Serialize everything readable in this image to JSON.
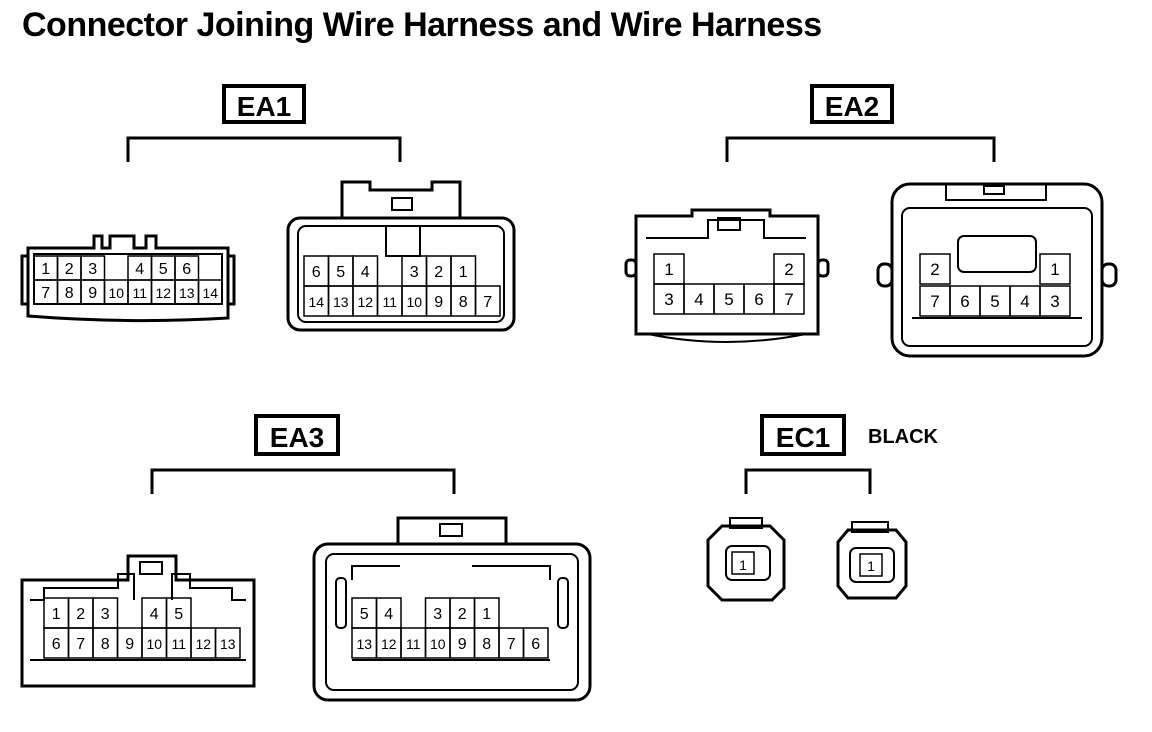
{
  "title": "Connector Joining Wire Harness and Wire Harness",
  "connectors": {
    "ea1": {
      "label": "EA1",
      "left_pins": {
        "row1": [
          "1",
          "2",
          "3",
          "",
          "4",
          "5",
          "6"
        ],
        "row2": [
          "7",
          "8",
          "9",
          "10",
          "11",
          "12",
          "13",
          "14"
        ]
      },
      "right_pins": {
        "row1": [
          "6",
          "5",
          "4",
          "",
          "3",
          "2",
          "1"
        ],
        "row2": [
          "14",
          "13",
          "12",
          "11",
          "10",
          "9",
          "8",
          "7"
        ]
      }
    },
    "ea2": {
      "label": "EA2",
      "left_pins": {
        "row1": [
          "1",
          "2"
        ],
        "row2": [
          "3",
          "4",
          "5",
          "6",
          "7"
        ]
      },
      "right_pins": {
        "row1": [
          "2",
          "1"
        ],
        "row2": [
          "7",
          "6",
          "5",
          "4",
          "3"
        ]
      }
    },
    "ea3": {
      "label": "EA3",
      "left_pins": {
        "row1": [
          "1",
          "2",
          "3",
          "",
          "4",
          "5"
        ],
        "row2": [
          "6",
          "7",
          "8",
          "9",
          "10",
          "11",
          "12",
          "13"
        ]
      },
      "right_pins": {
        "row1": [
          "5",
          "4",
          "",
          "3",
          "2",
          "1"
        ],
        "row2": [
          "13",
          "12",
          "11",
          "10",
          "9",
          "8",
          "7",
          "6"
        ]
      }
    },
    "ec1": {
      "label": "EC1",
      "color": "BLACK",
      "left_pins": [
        "1"
      ],
      "right_pins": [
        "1"
      ]
    }
  }
}
